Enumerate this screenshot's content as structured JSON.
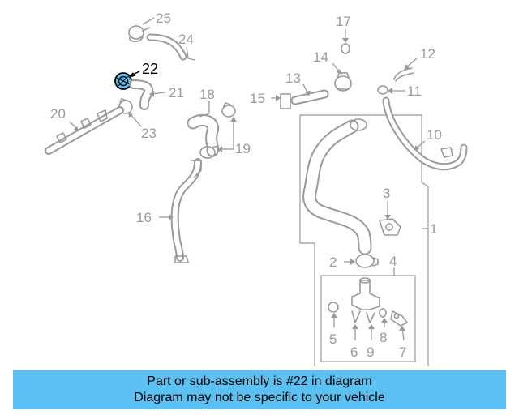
{
  "diagram": {
    "highlighted_part": "22",
    "callouts": [
      "1",
      "2",
      "3",
      "4",
      "5",
      "6",
      "7",
      "8",
      "9",
      "10",
      "11",
      "12",
      "13",
      "14",
      "15",
      "16",
      "17",
      "18",
      "19",
      "20",
      "21",
      "22",
      "23",
      "24",
      "25"
    ],
    "colors": {
      "highlight": "#5bc1f2",
      "line": "#9a9a9a",
      "banner": "#5bc1f2"
    }
  },
  "banner": {
    "line1": "Part or sub-assembly is #22 in diagram",
    "line2": "Diagram may not be specific to your vehicle"
  }
}
